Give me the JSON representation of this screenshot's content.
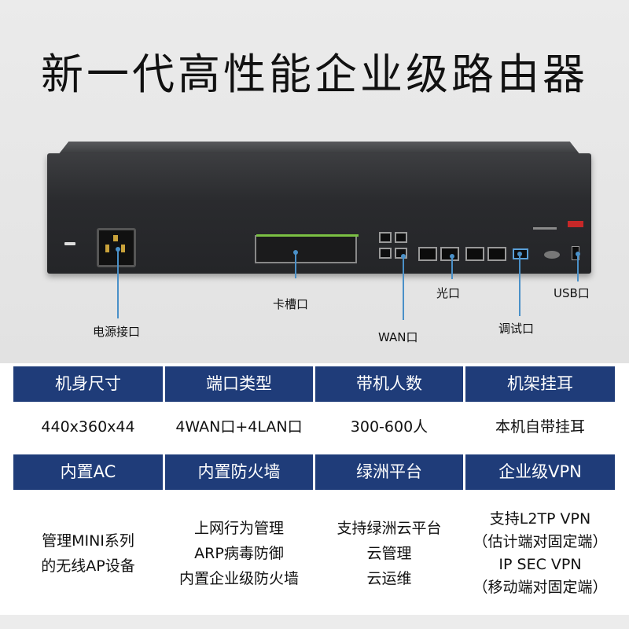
{
  "headline": "新一代高性能企业级路由器",
  "callouts": {
    "power": "电源接口",
    "card_slot": "卡槽口",
    "wan": "WAN口",
    "optical": "光口",
    "console": "调试口",
    "usb": "USB口"
  },
  "colors": {
    "header_bg": "#1f3c79",
    "leader": "#4a90c8",
    "chassis": "#2a2b2e"
  },
  "specs_row1": {
    "headers": [
      "机身尺寸",
      "端口类型",
      "带机人数",
      "机架挂耳"
    ],
    "values": [
      "440x360x44",
      "4WAN口+4LAN口",
      "300-600人",
      "本机自带挂耳"
    ]
  },
  "specs_row2": {
    "headers": [
      "内置AC",
      "内置防火墙",
      "绿洲平台",
      "企业级VPN"
    ],
    "values": [
      [
        "管理MINI系列",
        "的无线AP设备"
      ],
      [
        "上网行为管理",
        "ARP病毒防御",
        "内置企业级防火墙"
      ],
      [
        "支持绿洲云平台",
        "云管理",
        "云运维"
      ],
      [
        "支持L2TP VPN",
        "（估计端对固定端）",
        "IP SEC VPN",
        "（移动端对固定端）"
      ]
    ]
  }
}
